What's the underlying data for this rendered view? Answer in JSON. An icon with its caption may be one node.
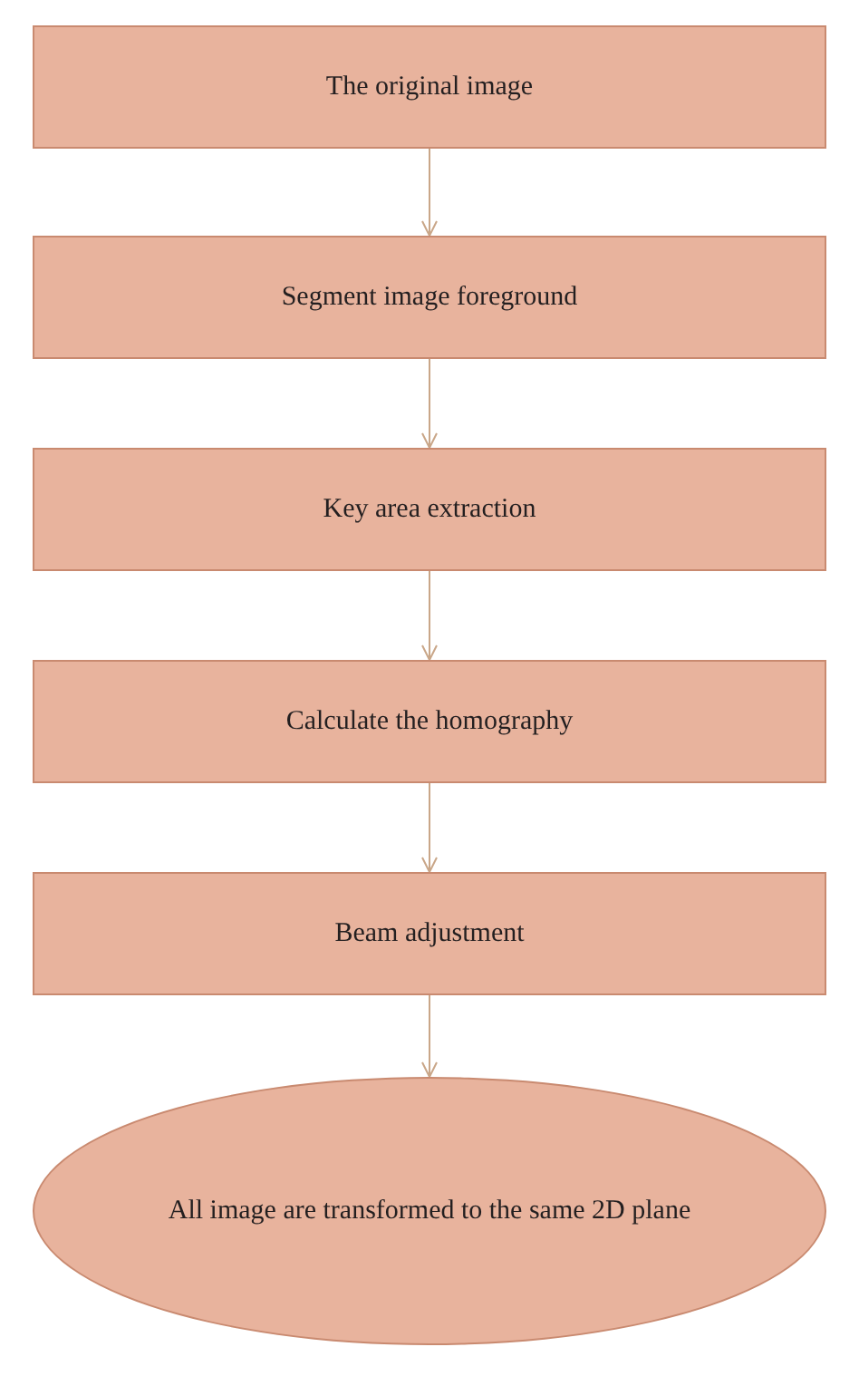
{
  "diagram": {
    "nodes": [
      {
        "text": [
          "The original image"
        ]
      },
      {
        "text": [
          "Segment image foreground"
        ]
      },
      {
        "text": [
          "Key area extraction"
        ]
      },
      {
        "text": [
          "Calculate the homography"
        ]
      },
      {
        "text": [
          "Beam adjustment"
        ]
      },
      {
        "text": [
          "All image are transformed to the same 2D plane"
        ]
      }
    ],
    "edges": [
      {
        "from": 0,
        "to": 1,
        "arrow": "to"
      },
      {
        "from": 1,
        "to": 2,
        "arrow": "to"
      },
      {
        "from": 2,
        "to": 3,
        "arrow": "to"
      },
      {
        "from": 3,
        "to": 4,
        "arrow": "to"
      },
      {
        "from": 4,
        "to": 5,
        "arrow": "to"
      }
    ]
  }
}
